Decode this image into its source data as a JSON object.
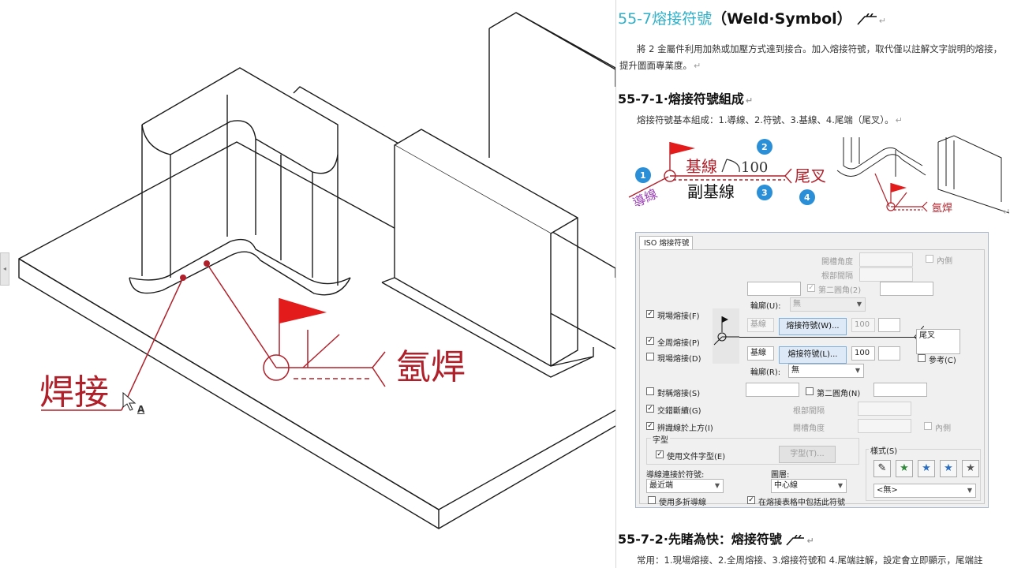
{
  "viewport": {
    "weld_label": "焊接",
    "argon_label": "氬焊",
    "cursor_badge": "A"
  },
  "doc": {
    "title_num": "55-7",
    "title_text": "熔接符號",
    "title_en": "（Weld·Symbol）",
    "intro": "將 2 金屬件利用加熱或加壓方式達到接合。加入熔接符號，取代僅以註解文字說明的熔接，提升圖面專業度。",
    "h551": "55-7-1·熔接符號組成",
    "composition": "熔接符號基本組成：1.導線、2.符號、3.基線、4.尾端（尾叉）。",
    "h552": "55-7-2·先睹為快：熔接符號",
    "bottom_para": "常用：1.現場熔接、2.全周熔接、3.熔接符號和 4.尾端註解，設定會立即顯示，尾端註",
    "paragraph_mark": "↵"
  },
  "diagram": {
    "baseline": "基線",
    "dim": "100",
    "sub_baseline": "副基線",
    "tail": "尾叉",
    "leader": "導線",
    "argon": "氬焊",
    "n1": "1",
    "n2": "2",
    "n3": "3",
    "n4": "4"
  },
  "dialog": {
    "tab": "ISO 熔接符號",
    "groove_angle": "開槽角度",
    "root_gap": "根部間隔",
    "inside": "內側",
    "second_fillet_top": "第二圓角(2)",
    "contour_u": "輪廓(U):",
    "contour_u_value": "無",
    "field_weld_f": "現場熔接(F)",
    "all_around": "全周熔接(P)",
    "field_weld_d": "現場熔接(D)",
    "placeholder_base": "基線",
    "symbol_btn_w": "熔接符號(W)...",
    "symbol_btn_l": "熔接符號(L)...",
    "dim_top": "100",
    "dim_bottom": "100",
    "base_bottom": "基線",
    "tail_text": "尾叉",
    "reference": "參考(C)",
    "contour_r": "輪廓(R):",
    "contour_r_value": "無",
    "symmetric": "對稱熔接(S)",
    "second_fillet_bottom": "第二圓角(N)",
    "staggered": "交錯斷續(G)",
    "root_gap_2": "根部間隔",
    "identify_above": "辨識線於上方(I)",
    "groove_angle_2": "開槽角度",
    "inside_2": "內側",
    "font_group": "字型",
    "use_doc_font": "使用文件字型(E)",
    "font_btn": "字型(T)...",
    "style_group": "樣式(S)",
    "style_value": "<無>",
    "leader_attach": "導線連接於符號:",
    "leader_value": "最近端",
    "layer": "圖層:",
    "layer_value": "中心線",
    "multi_jog": "使用多折導線",
    "include_table": "在熔接表格中包括此符號"
  },
  "colors": {
    "cad_red": "#b0202a",
    "flag_red": "#e41b1b",
    "title_cyan": "#2fb0c8",
    "badge_blue": "#2a8fd6",
    "leader_purple": "#9b3fb5"
  }
}
